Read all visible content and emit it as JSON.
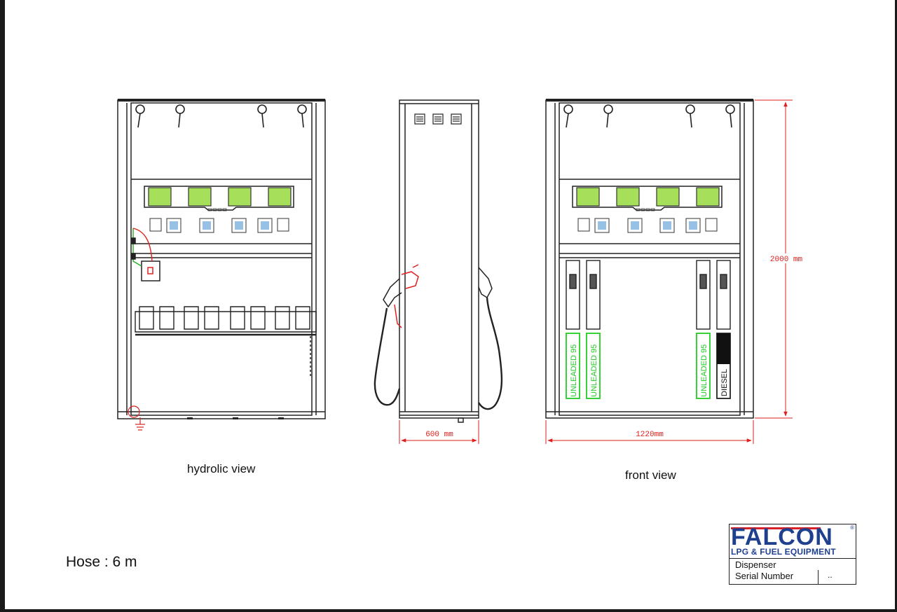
{
  "views": {
    "hydraulic_caption": "hydrolic view",
    "front_caption": "front view"
  },
  "dimensions": {
    "height": "2000 mm",
    "side_width": "600 mm",
    "front_width": "1220mm"
  },
  "front_panel": {
    "fuel_labels": [
      "UNLEADED 95",
      "UNLEADED 95",
      "UNLEADED 95",
      "DIESEL"
    ]
  },
  "hose_note": "Hose : 6 m",
  "title_block": {
    "brand": "FALCON",
    "registered": "®",
    "tagline": "LPG & FUEL EQUIPMENT",
    "row1_label": "Dispenser",
    "row2_label": "Serial Number",
    "serial_value": ".."
  },
  "colors": {
    "dimension_red": "#e0201e",
    "fuel_green": "#22cc22",
    "lcd_green": "#a6e05a",
    "brand_blue": "#1f3f8f",
    "brand_red": "#d8202a"
  }
}
